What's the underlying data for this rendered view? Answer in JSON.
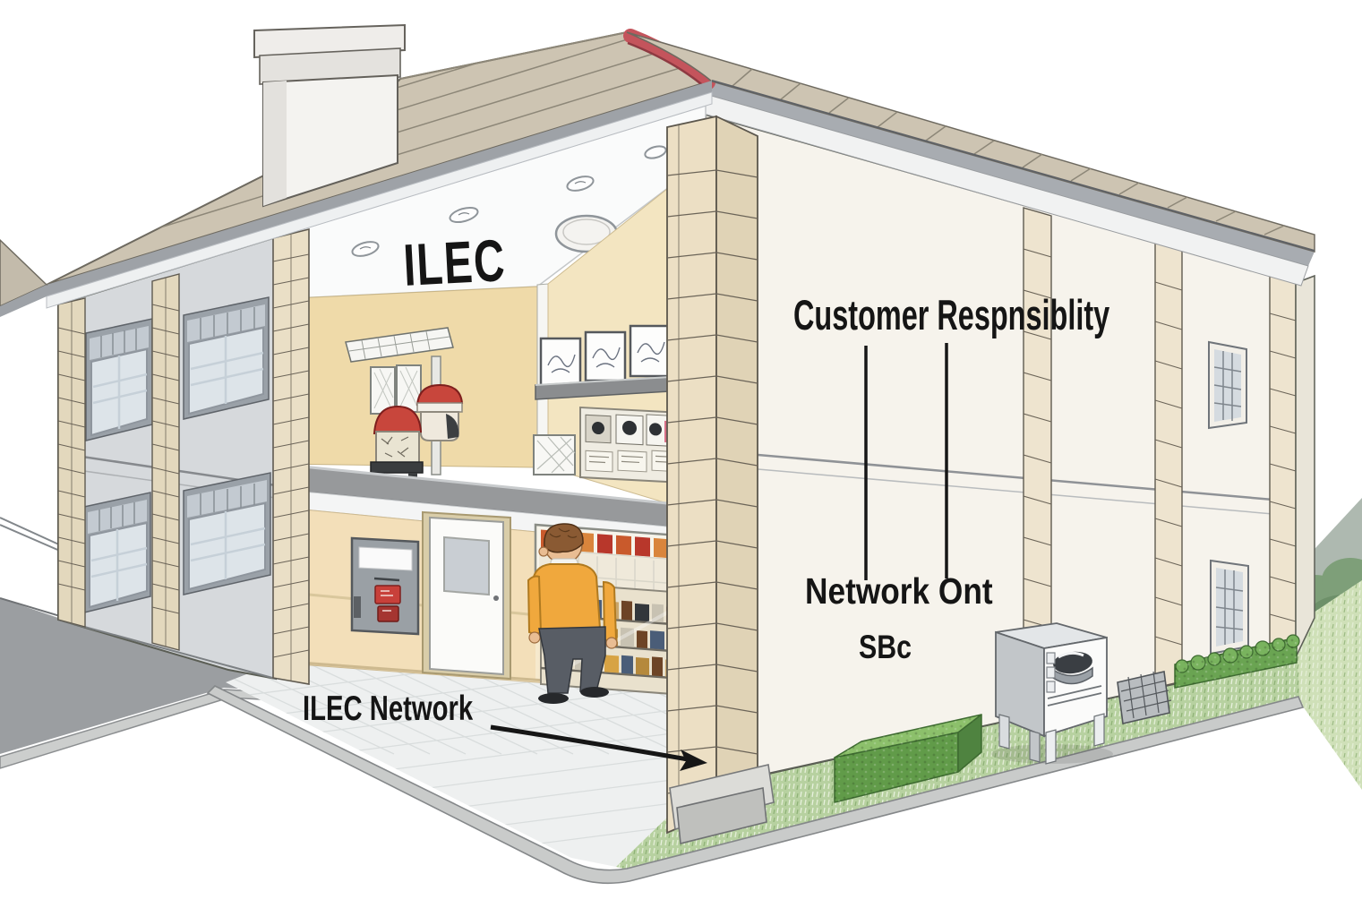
{
  "scene": {
    "title": "ILEC network demarcation building cutaway",
    "labels": {
      "ceiling_sign": "ILEC",
      "customer_responsibility": "Customer Respnsiblity",
      "network_ont": "Network Ont",
      "sbc": "SBc",
      "ilec_network": "ILEC Network"
    },
    "colors": {
      "roof": "#cdc4b2",
      "roof_ridge_cap": "#c4545c",
      "left_facade": "#d6d9dc",
      "right_facade": "#f6f3ec",
      "quoin": "#eadfc6",
      "interior_wall": "#f0dcab",
      "grass": "#b7d1a0",
      "hedge": "#619b49",
      "sweater": "#f0a83d",
      "label_text": "#151515"
    }
  }
}
